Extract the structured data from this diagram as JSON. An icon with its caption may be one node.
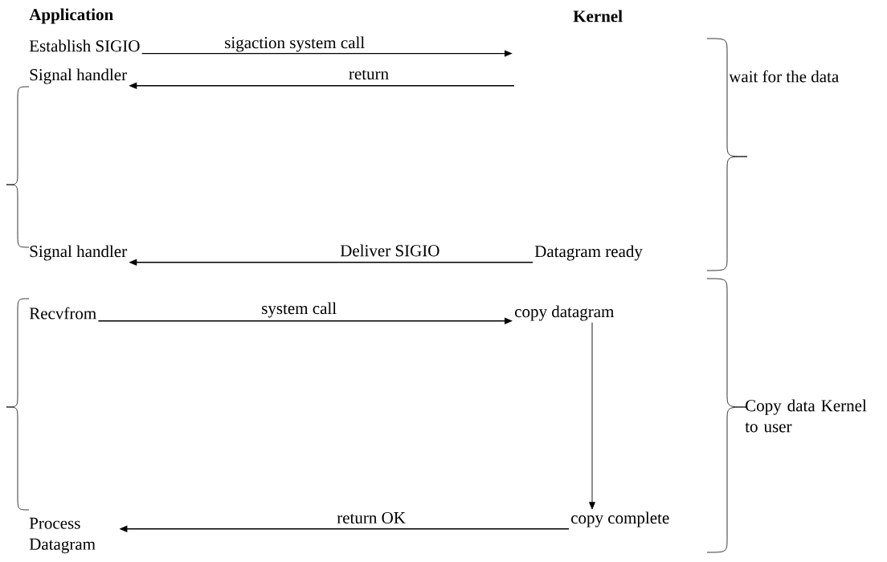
{
  "diagram": {
    "nodes": [
      {
        "text": [
          "Establish SIGIO"
        ]
      },
      {
        "text": [
          "Signal handler"
        ]
      },
      {
        "text": [
          "Signal handler"
        ]
      },
      {
        "text": [
          "Datagram ready"
        ]
      },
      {
        "text": [
          "Recvfrom"
        ]
      },
      {
        "text": [
          "copy datagram"
        ]
      },
      {
        "text": [
          "Process Datagram"
        ]
      },
      {
        "text": [
          "copy complete"
        ]
      }
    ],
    "edges": [
      {
        "from": 0,
        "to": null,
        "arrow": "to",
        "label": "sigaction system call"
      },
      {
        "from": null,
        "to": 1,
        "arrow": "to",
        "label": "return"
      },
      {
        "from": 3,
        "to": 2,
        "arrow": "to",
        "label": "Deliver SIGIO"
      },
      {
        "from": 4,
        "to": 5,
        "arrow": "to",
        "label": "system call"
      },
      {
        "from": 5,
        "to": 7,
        "arrow": "to"
      },
      {
        "from": 7,
        "to": 6,
        "arrow": "to",
        "label": "return OK"
      }
    ],
    "labels": [
      "Application",
      "Kernel",
      "wait for the data",
      "Copy data Kernel to user"
    ]
  }
}
